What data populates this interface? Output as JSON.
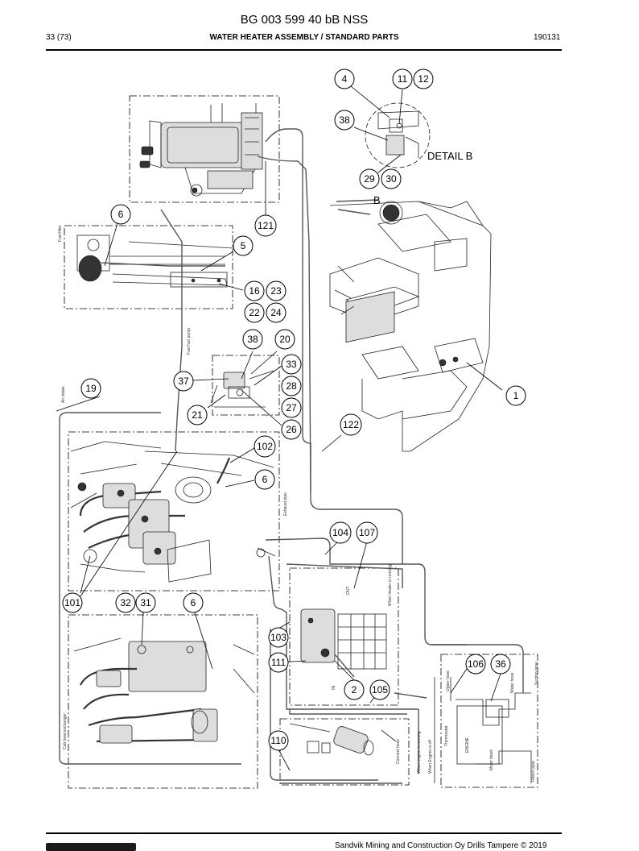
{
  "header": {
    "document_id": "BG 003 599 40 bB NSS",
    "page": "33 (73)",
    "title": "WATER HEATER ASSEMBLY / STANDARD PARTS",
    "date_code": "190131"
  },
  "drawing": {
    "detail_label": "DETAIL B",
    "view_marker": "B",
    "callouts": [
      "4",
      "11",
      "12",
      "38",
      "29",
      "30",
      "6",
      "121",
      "5",
      "16",
      "23",
      "22",
      "24",
      "38",
      "20",
      "33",
      "28",
      "27",
      "26",
      "37",
      "21",
      "19",
      "1",
      "122",
      "102",
      "6",
      "104",
      "107",
      "101",
      "32",
      "31",
      "6",
      "103",
      "111",
      "2",
      "105",
      "106",
      "36",
      "110"
    ],
    "annotations": {
      "fuel_filter": "Fuel filter",
      "fuel_pump": "Fuel fuel pump",
      "exhaust_pipe": "Exhaust pipe",
      "air_intake": "Air intake",
      "cab_heat_exchanger": "Cab heat exchanger",
      "upper_hose": "Upper hose",
      "suction_hose": "Suction hose",
      "return_pipe": "Return pipe",
      "thermostat": "Thermostat",
      "engine": "ENGINE",
      "motor_block": "Motor block",
      "water_hose": "Water hose",
      "engine_running": "When engine is running",
      "engine_off": "When Engine is off",
      "connect_hose": "Connect hose",
      "out": "OUT",
      "in": "IN",
      "flow_heater_running": "When heater is running"
    }
  },
  "footer": {
    "copyright": "Sandvik Mining and Construction Oy Drills Tampere © 2019"
  }
}
